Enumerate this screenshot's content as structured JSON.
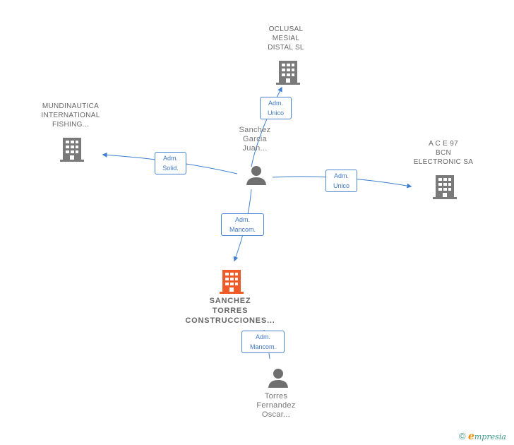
{
  "nodes": {
    "oclusal": {
      "lines": [
        "OCLUSAL",
        "MESIAL",
        "DISTAL SL"
      ]
    },
    "mundinautica": {
      "lines": [
        "MUNDINAUTICA",
        "INTERNATIONAL",
        "FISHING..."
      ]
    },
    "ace": {
      "lines": [
        "A C E 97",
        "BCN",
        "ELECTRONIC SA"
      ]
    },
    "sanchez_person": {
      "lines": [
        "Sanchez",
        "Garcia",
        "Juan..."
      ]
    },
    "sanchez_torres": {
      "lines": [
        "SANCHEZ",
        "TORRES",
        "CONSTRUCCIONES..."
      ]
    },
    "torres_person": {
      "lines": [
        "Torres",
        "Fernandez",
        "Oscar..."
      ]
    }
  },
  "edges": {
    "to_oclusal": {
      "lines": [
        "Adm.",
        "Unico"
      ]
    },
    "to_mundinautica": {
      "lines": [
        "Adm.",
        "Solid."
      ]
    },
    "to_ace": {
      "lines": [
        "Adm.",
        "Unico"
      ]
    },
    "to_sanchez_torres": {
      "lines": [
        "Adm.",
        "Mancom."
      ]
    },
    "torres_to_sanchez_torres": {
      "lines": [
        "Adm.",
        "Mancom."
      ]
    }
  },
  "colors": {
    "edge": "#3e7fcf",
    "company_icon": "#7a7a7a",
    "main_company_icon": "#f05a28",
    "person_icon": "#6f6f6f"
  },
  "footer": {
    "copyright": "©",
    "brand_initial": "e",
    "brand_rest": "mpresia"
  }
}
